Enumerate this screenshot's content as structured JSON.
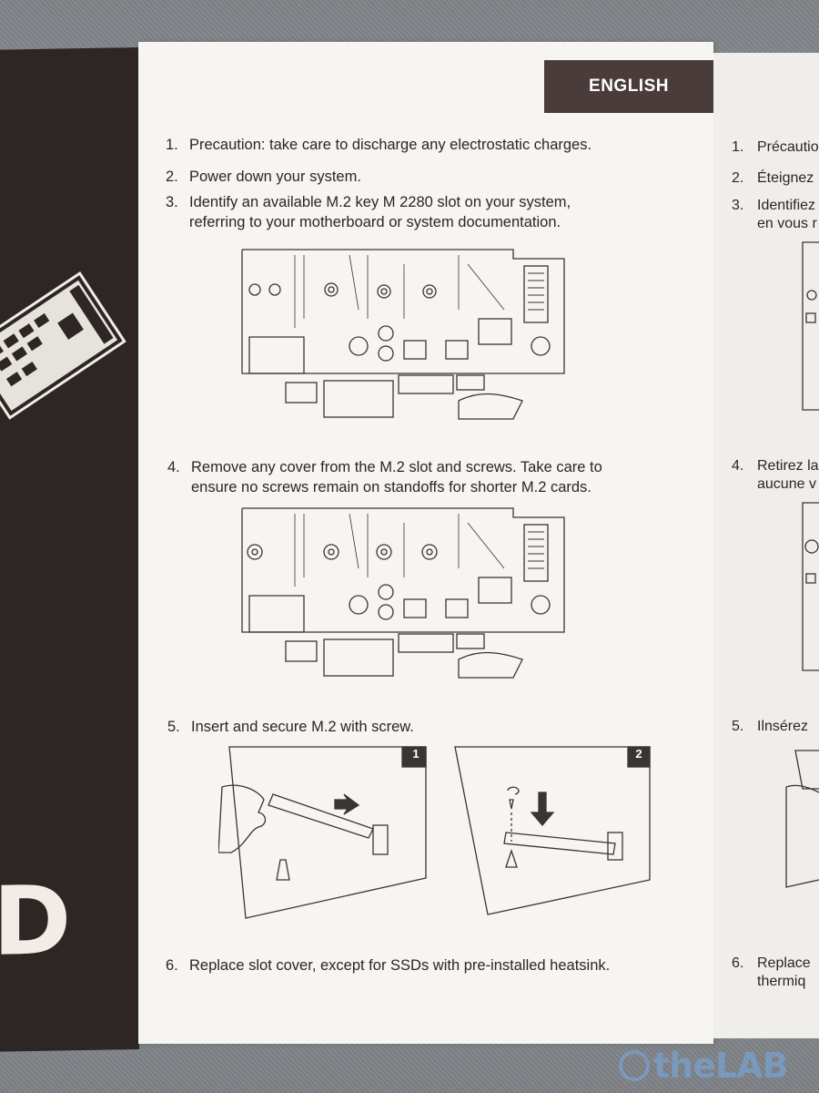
{
  "language_tab": "ENGLISH",
  "steps": [
    {
      "num": "1.",
      "text": "Precaution: take care to discharge any electrostatic charges."
    },
    {
      "num": "2.",
      "text": "Power down your system."
    },
    {
      "num": "3.",
      "text": "Identify an available M.2 key M 2280 slot on your system, referring to your motherboard or system documentation."
    },
    {
      "num": "4.",
      "text": "Remove any cover from the M.2 slot and screws. Take care to ensure no screws remain on standoffs for shorter M.2 cards."
    },
    {
      "num": "5.",
      "text": "Insert and secure M.2 with screw."
    },
    {
      "num": "6.",
      "text": "Replace slot cover, except for SSDs with pre-installed heatsink."
    }
  ],
  "insert_panels": [
    "1",
    "2"
  ],
  "right_page": {
    "steps": [
      {
        "num": "1.",
        "text": "Précautio"
      },
      {
        "num": "2.",
        "text": "Éteignez"
      },
      {
        "num": "3.",
        "text": "Identifiez"
      },
      {
        "num": "",
        "text": "en vous r"
      },
      {
        "num": "4.",
        "text": "Retirez la"
      },
      {
        "num": "",
        "text": "aucune v"
      },
      {
        "num": "5.",
        "text": "Ilnsérez"
      },
      {
        "num": "6.",
        "text": "Replace"
      },
      {
        "num": "",
        "text": "thermiq"
      }
    ]
  },
  "cover_letter": "D",
  "watermark": "theLAB"
}
